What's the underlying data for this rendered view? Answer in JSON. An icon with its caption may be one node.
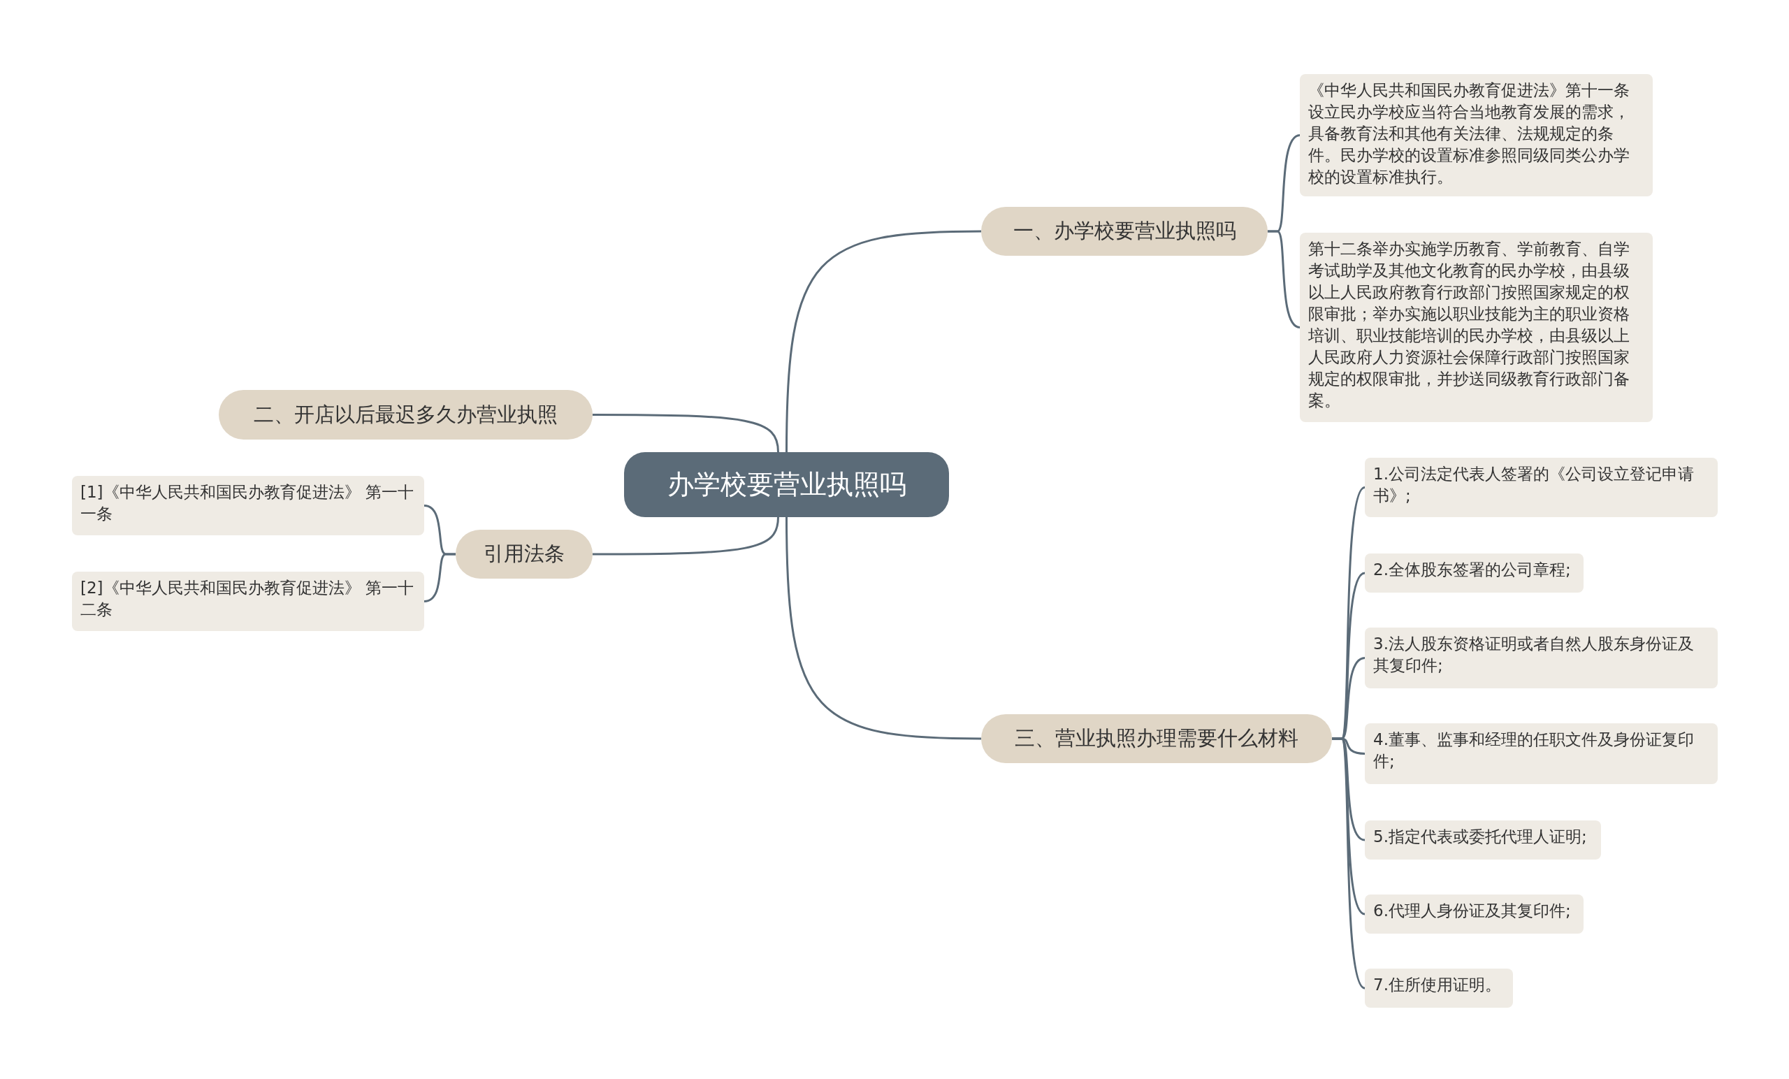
{
  "diagram": {
    "nodes": [
      {
        "text": [
          "办学校要营业执照吗"
        ]
      },
      {
        "text": [
          "一、办学校要营业执照吗"
        ]
      },
      {
        "text": [
          "《中华人民共和国民办教育促进法》第十一条设立民办学校应当符合当地教育发展的需求，具备教育法和其他有关法律、法规规定的条件。民办学校的设置标准参照同级同类公办学校的设置标准执行。"
        ]
      },
      {
        "text": [
          "第十二条举办实施学历教育、学前教育、自学考试助学及其他文化教育的民办学校，由县级以上人民政府教育行政部门按照国家规定的权限审批；举办实施以职业技能为主的职业资格培训、职业技能培训的民办学校，由县级以上人民政府人力资源社会保障行政部门按照国家规定的权限审批，并抄送同级教育行政部门备案。"
        ]
      },
      {
        "text": [
          "二、开店以后最迟多久办营业执照"
        ]
      },
      {
        "text": [
          "引用法条"
        ]
      },
      {
        "text": [
          "[1]《中华人民共和国民办教育促进法》 第一十一条"
        ]
      },
      {
        "text": [
          "[2]《中华人民共和国民办教育促进法》 第一十二条"
        ]
      },
      {
        "text": [
          "三、营业执照办理需要什么材料"
        ]
      },
      {
        "text": [
          "1.公司法定代表人签署的《公司设立登记申请书》;"
        ]
      },
      {
        "text": [
          "2.全体股东签署的公司章程;"
        ]
      },
      {
        "text": [
          "3.法人股东资格证明或者自然人股东身份证及其复印件;"
        ]
      },
      {
        "text": [
          "4.董事、监事和经理的任职文件及身份证复印件;"
        ]
      },
      {
        "text": [
          "5.指定代表或委托代理人证明;"
        ]
      },
      {
        "text": [
          "6.代理人身份证及其复印件;"
        ]
      },
      {
        "text": [
          "7.住所使用证明。"
        ]
      }
    ],
    "edges": [
      {
        "from": 0,
        "to": 1,
        "arrow": "none"
      },
      {
        "from": 1,
        "to": 2,
        "arrow": "none"
      },
      {
        "from": 1,
        "to": 3,
        "arrow": "none"
      },
      {
        "from": 0,
        "to": 4,
        "arrow": "none"
      },
      {
        "from": 0,
        "to": 5,
        "arrow": "none"
      },
      {
        "from": 5,
        "to": 6,
        "arrow": "none"
      },
      {
        "from": 5,
        "to": 7,
        "arrow": "none"
      },
      {
        "from": 0,
        "to": 8,
        "arrow": "none"
      },
      {
        "from": 8,
        "to": 9,
        "arrow": "none"
      },
      {
        "from": 8,
        "to": 10,
        "arrow": "none"
      },
      {
        "from": 8,
        "to": 11,
        "arrow": "none"
      },
      {
        "from": 8,
        "to": 12,
        "arrow": "none"
      },
      {
        "from": 8,
        "to": 13,
        "arrow": "none"
      },
      {
        "from": 8,
        "to": 14,
        "arrow": "none"
      },
      {
        "from": 8,
        "to": 15,
        "arrow": "none"
      }
    ]
  }
}
